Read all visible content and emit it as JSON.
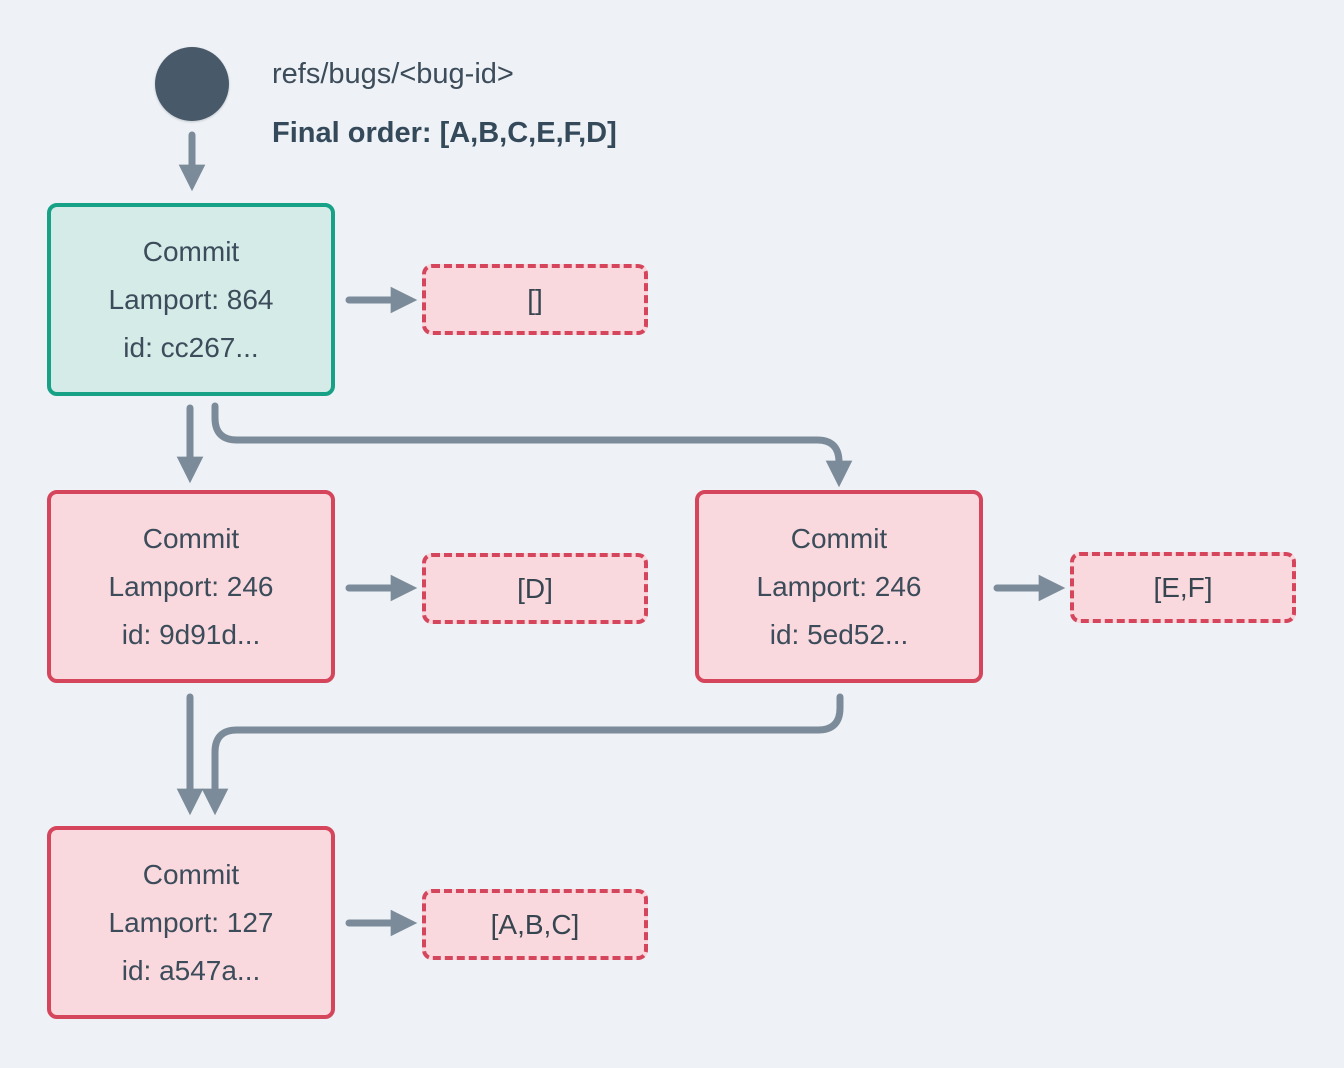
{
  "colors": {
    "background": "#eef1f5",
    "slate_text": "#3c4c5a",
    "ref_circle": "#485a6a",
    "arrow": "#7b8b9a",
    "head_commit_border": "#17a287",
    "head_commit_fill": "#d4ebe8",
    "commit_border": "#d5455c",
    "commit_fill": "#f9d9de"
  },
  "header": {
    "ref_name": "refs/bugs/<bug-id>",
    "final_order": "Final order: [A,B,C,E,F,D]"
  },
  "commits": [
    {
      "title": "Commit",
      "lamport": "Lamport: 864",
      "id_line": "id: cc267...",
      "operations": "[]"
    },
    {
      "title": "Commit",
      "lamport": "Lamport: 246",
      "id_line": "id: 9d91d...",
      "operations": "[D]"
    },
    {
      "title": "Commit",
      "lamport": "Lamport: 246",
      "id_line": "id: 5ed52...",
      "operations": "[E,F]"
    },
    {
      "title": "Commit",
      "lamport": "Lamport: 127",
      "id_line": "id: a547a...",
      "operations": "[A,B,C]"
    }
  ]
}
